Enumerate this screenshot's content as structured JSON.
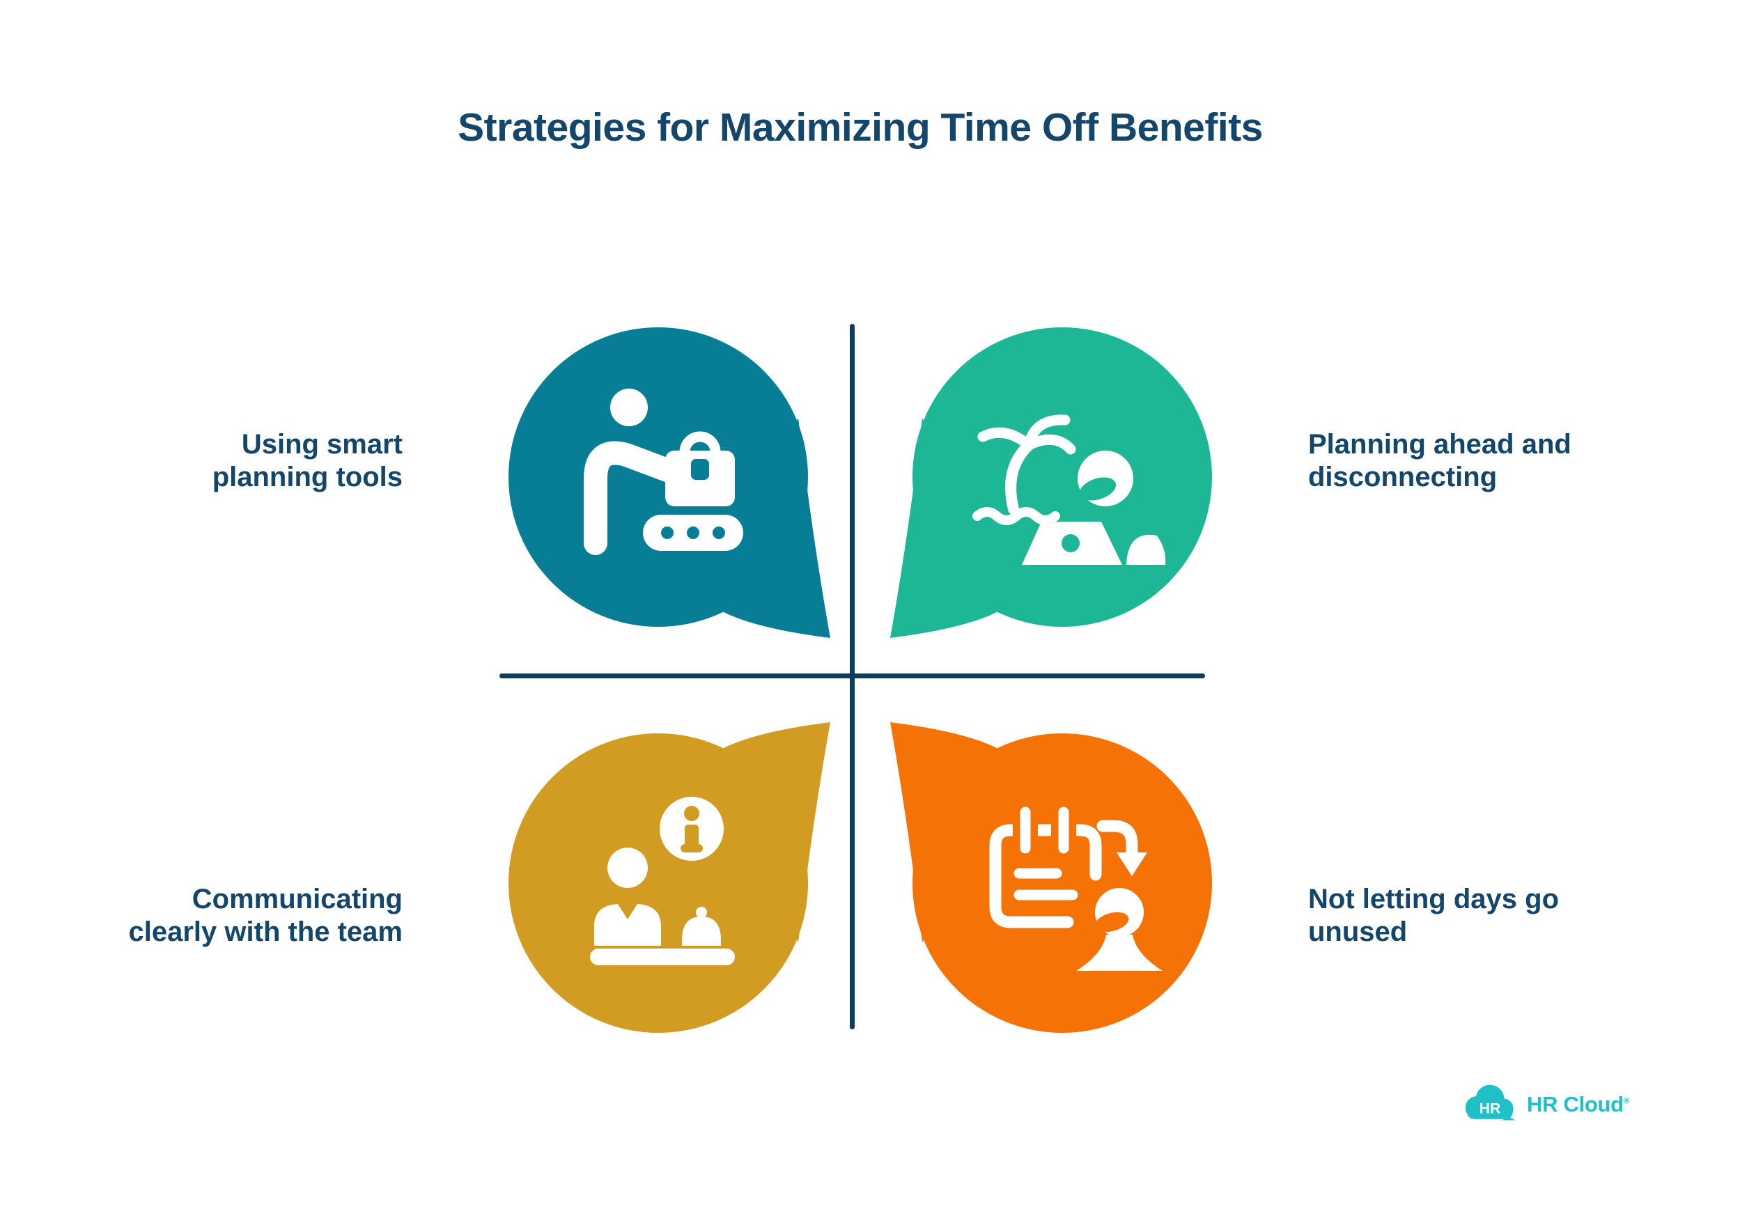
{
  "title": "Strategies for Maximizing Time Off Benefits",
  "colors": {
    "text_navy": "#14456A",
    "divider_navy": "#0E3C5A",
    "teal": "#077E95",
    "green": "#1DB795",
    "gold": "#D29B22",
    "orange": "#F47206",
    "logo_teal": "#1FC0C7",
    "icon_white": "#FFFFFF"
  },
  "quadrants": [
    {
      "position": "top-left",
      "color": "#077E95",
      "icon": "person-loading-luggage-conveyor",
      "lines": [
        "Using smart",
        "planning tools"
      ]
    },
    {
      "position": "top-right",
      "color": "#1DB795",
      "icon": "palm-island-person-laptop",
      "lines": [
        "Planning ahead and",
        "disconnecting"
      ]
    },
    {
      "position": "bottom-left",
      "color": "#D29B22",
      "icon": "front-desk-info-bell",
      "lines": [
        "Communicating",
        "clearly with the team"
      ]
    },
    {
      "position": "bottom-right",
      "color": "#F47206",
      "icon": "calendar-arrow-person",
      "lines": [
        "Not letting days go",
        "unused"
      ]
    }
  ],
  "logo": {
    "badge_text": "HR",
    "brand_text": "HR Cloud",
    "registered_mark": "®"
  }
}
